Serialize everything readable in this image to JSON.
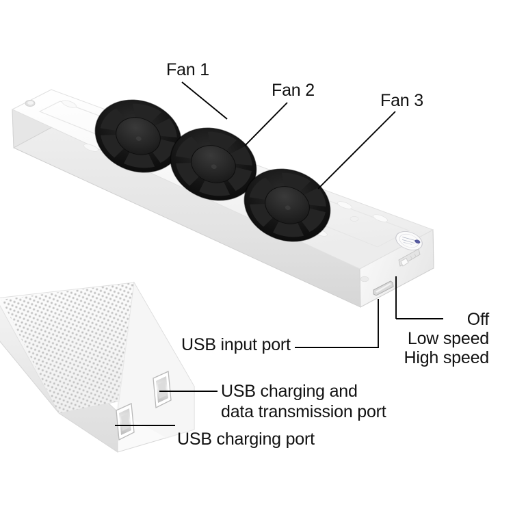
{
  "image": {
    "kind": "product-annotation-diagram",
    "background_color": "#ffffff",
    "label_text_color": "#111111",
    "leader_line_color": "#000000"
  },
  "products": {
    "cooling_bar": {
      "name": "three-fan cooling bar",
      "body_color": "#f2f2f2",
      "fan_color": "#151515",
      "fan_count": 3
    },
    "base_unit": {
      "name": "perforated usb hub base",
      "body_color": "#f4f4f4",
      "usb_port_count": 2
    }
  },
  "labels": {
    "fan1": "Fan 1",
    "fan2": "Fan 2",
    "fan3": "Fan 3",
    "usb_input": "USB input port",
    "switch_off": "Off",
    "switch_low": "Low speed",
    "switch_high": "High speed",
    "usb_data": "USB charging and data transmission port",
    "usb_charging": "USB charging port"
  }
}
